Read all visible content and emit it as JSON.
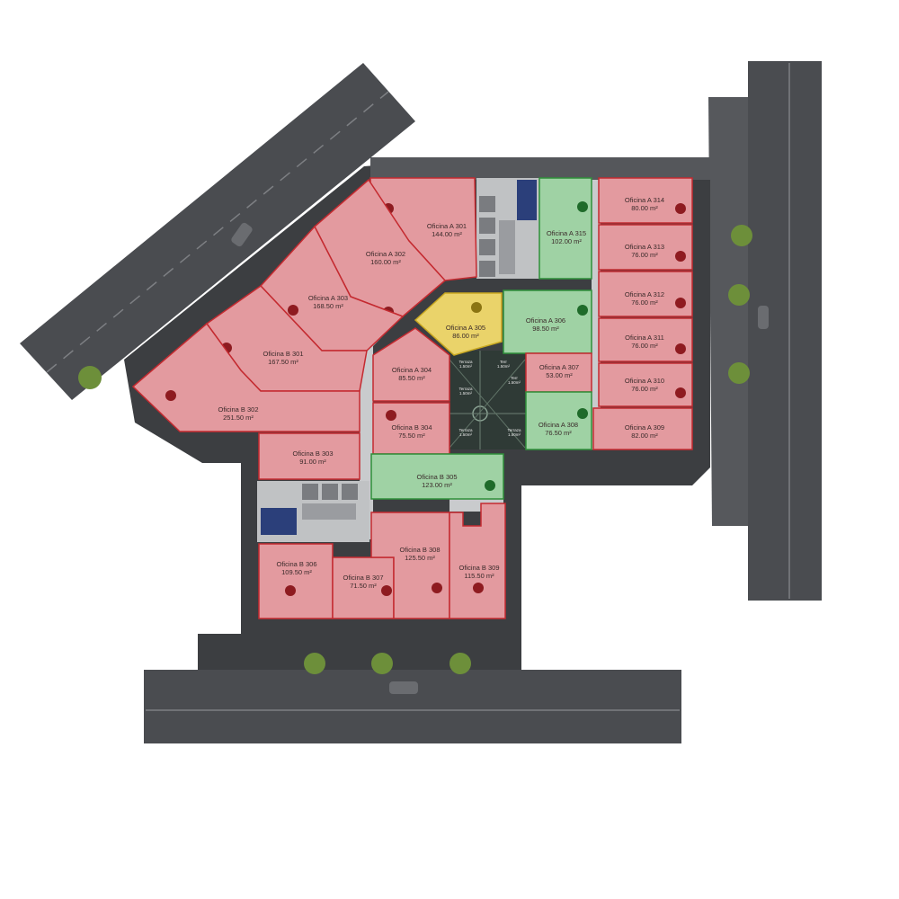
{
  "status_colors": {
    "sold": "#e39a9f",
    "available": "#9fd2a4",
    "reserved": "#ead36a"
  },
  "units": [
    {
      "id": "a301",
      "name": "Oficina A 301",
      "area": "144.00 m²",
      "status": "sold"
    },
    {
      "id": "a302",
      "name": "Oficina A 302",
      "area": "160.00 m²",
      "status": "sold"
    },
    {
      "id": "a303",
      "name": "Oficina A 303",
      "area": "168.50 m²",
      "status": "sold"
    },
    {
      "id": "b301",
      "name": "Oficina B 301",
      "area": "167.50 m²",
      "status": "sold"
    },
    {
      "id": "b302",
      "name": "Oficina B 302",
      "area": "251.50 m²",
      "status": "sold"
    },
    {
      "id": "b303",
      "name": "Oficina B 303",
      "area": "91.00 m²",
      "status": "sold"
    },
    {
      "id": "a304",
      "name": "Oficina A 304",
      "area": "85.50 m²",
      "status": "sold"
    },
    {
      "id": "b304",
      "name": "Oficina B 304",
      "area": "75.50 m²",
      "status": "sold"
    },
    {
      "id": "a305",
      "name": "Oficina A 305",
      "area": "86.00 m²",
      "status": "reserved"
    },
    {
      "id": "a306",
      "name": "Oficina A 306",
      "area": "98.50 m²",
      "status": "available"
    },
    {
      "id": "a307",
      "name": "Oficina A 307",
      "area": "53.00 m²",
      "status": "sold"
    },
    {
      "id": "a308",
      "name": "Oficina A 308",
      "area": "76.50 m²",
      "status": "available"
    },
    {
      "id": "a315",
      "name": "Oficina A 315",
      "area": "102.00 m²",
      "status": "available"
    },
    {
      "id": "a314",
      "name": "Oficina A 314",
      "area": "80.00 m²",
      "status": "sold"
    },
    {
      "id": "a313",
      "name": "Oficina A 313",
      "area": "76.00 m²",
      "status": "sold"
    },
    {
      "id": "a312",
      "name": "Oficina A 312",
      "area": "76.00 m²",
      "status": "sold"
    },
    {
      "id": "a311",
      "name": "Oficina A 311",
      "area": "76.00 m²",
      "status": "sold"
    },
    {
      "id": "a310",
      "name": "Oficina A 310",
      "area": "76.00 m²",
      "status": "sold"
    },
    {
      "id": "a309",
      "name": "Oficina A 309",
      "area": "82.00 m²",
      "status": "sold"
    },
    {
      "id": "b305",
      "name": "Oficina B 305",
      "area": "123.00 m²",
      "status": "available"
    },
    {
      "id": "b306",
      "name": "Oficina B 306",
      "area": "109.50 m²",
      "status": "sold"
    },
    {
      "id": "b307",
      "name": "Oficina B 307",
      "area": "71.50 m²",
      "status": "sold"
    },
    {
      "id": "b308",
      "name": "Oficina B 308",
      "area": "125.50 m²",
      "status": "sold"
    },
    {
      "id": "b309",
      "name": "Oficina B 309",
      "area": "115.50 m²",
      "status": "sold"
    }
  ],
  "terraces": [
    {
      "label": "Terraza",
      "area": "1.50m²"
    },
    {
      "label": "Terr",
      "area": "1.50m²"
    },
    {
      "label": "Terraza",
      "area": "1.50m²"
    },
    {
      "label": "Terraza",
      "area": "1.50m²"
    },
    {
      "label": "Terraza",
      "area": "1.50m²"
    },
    {
      "label": "Terr",
      "area": "1.50m²"
    }
  ]
}
